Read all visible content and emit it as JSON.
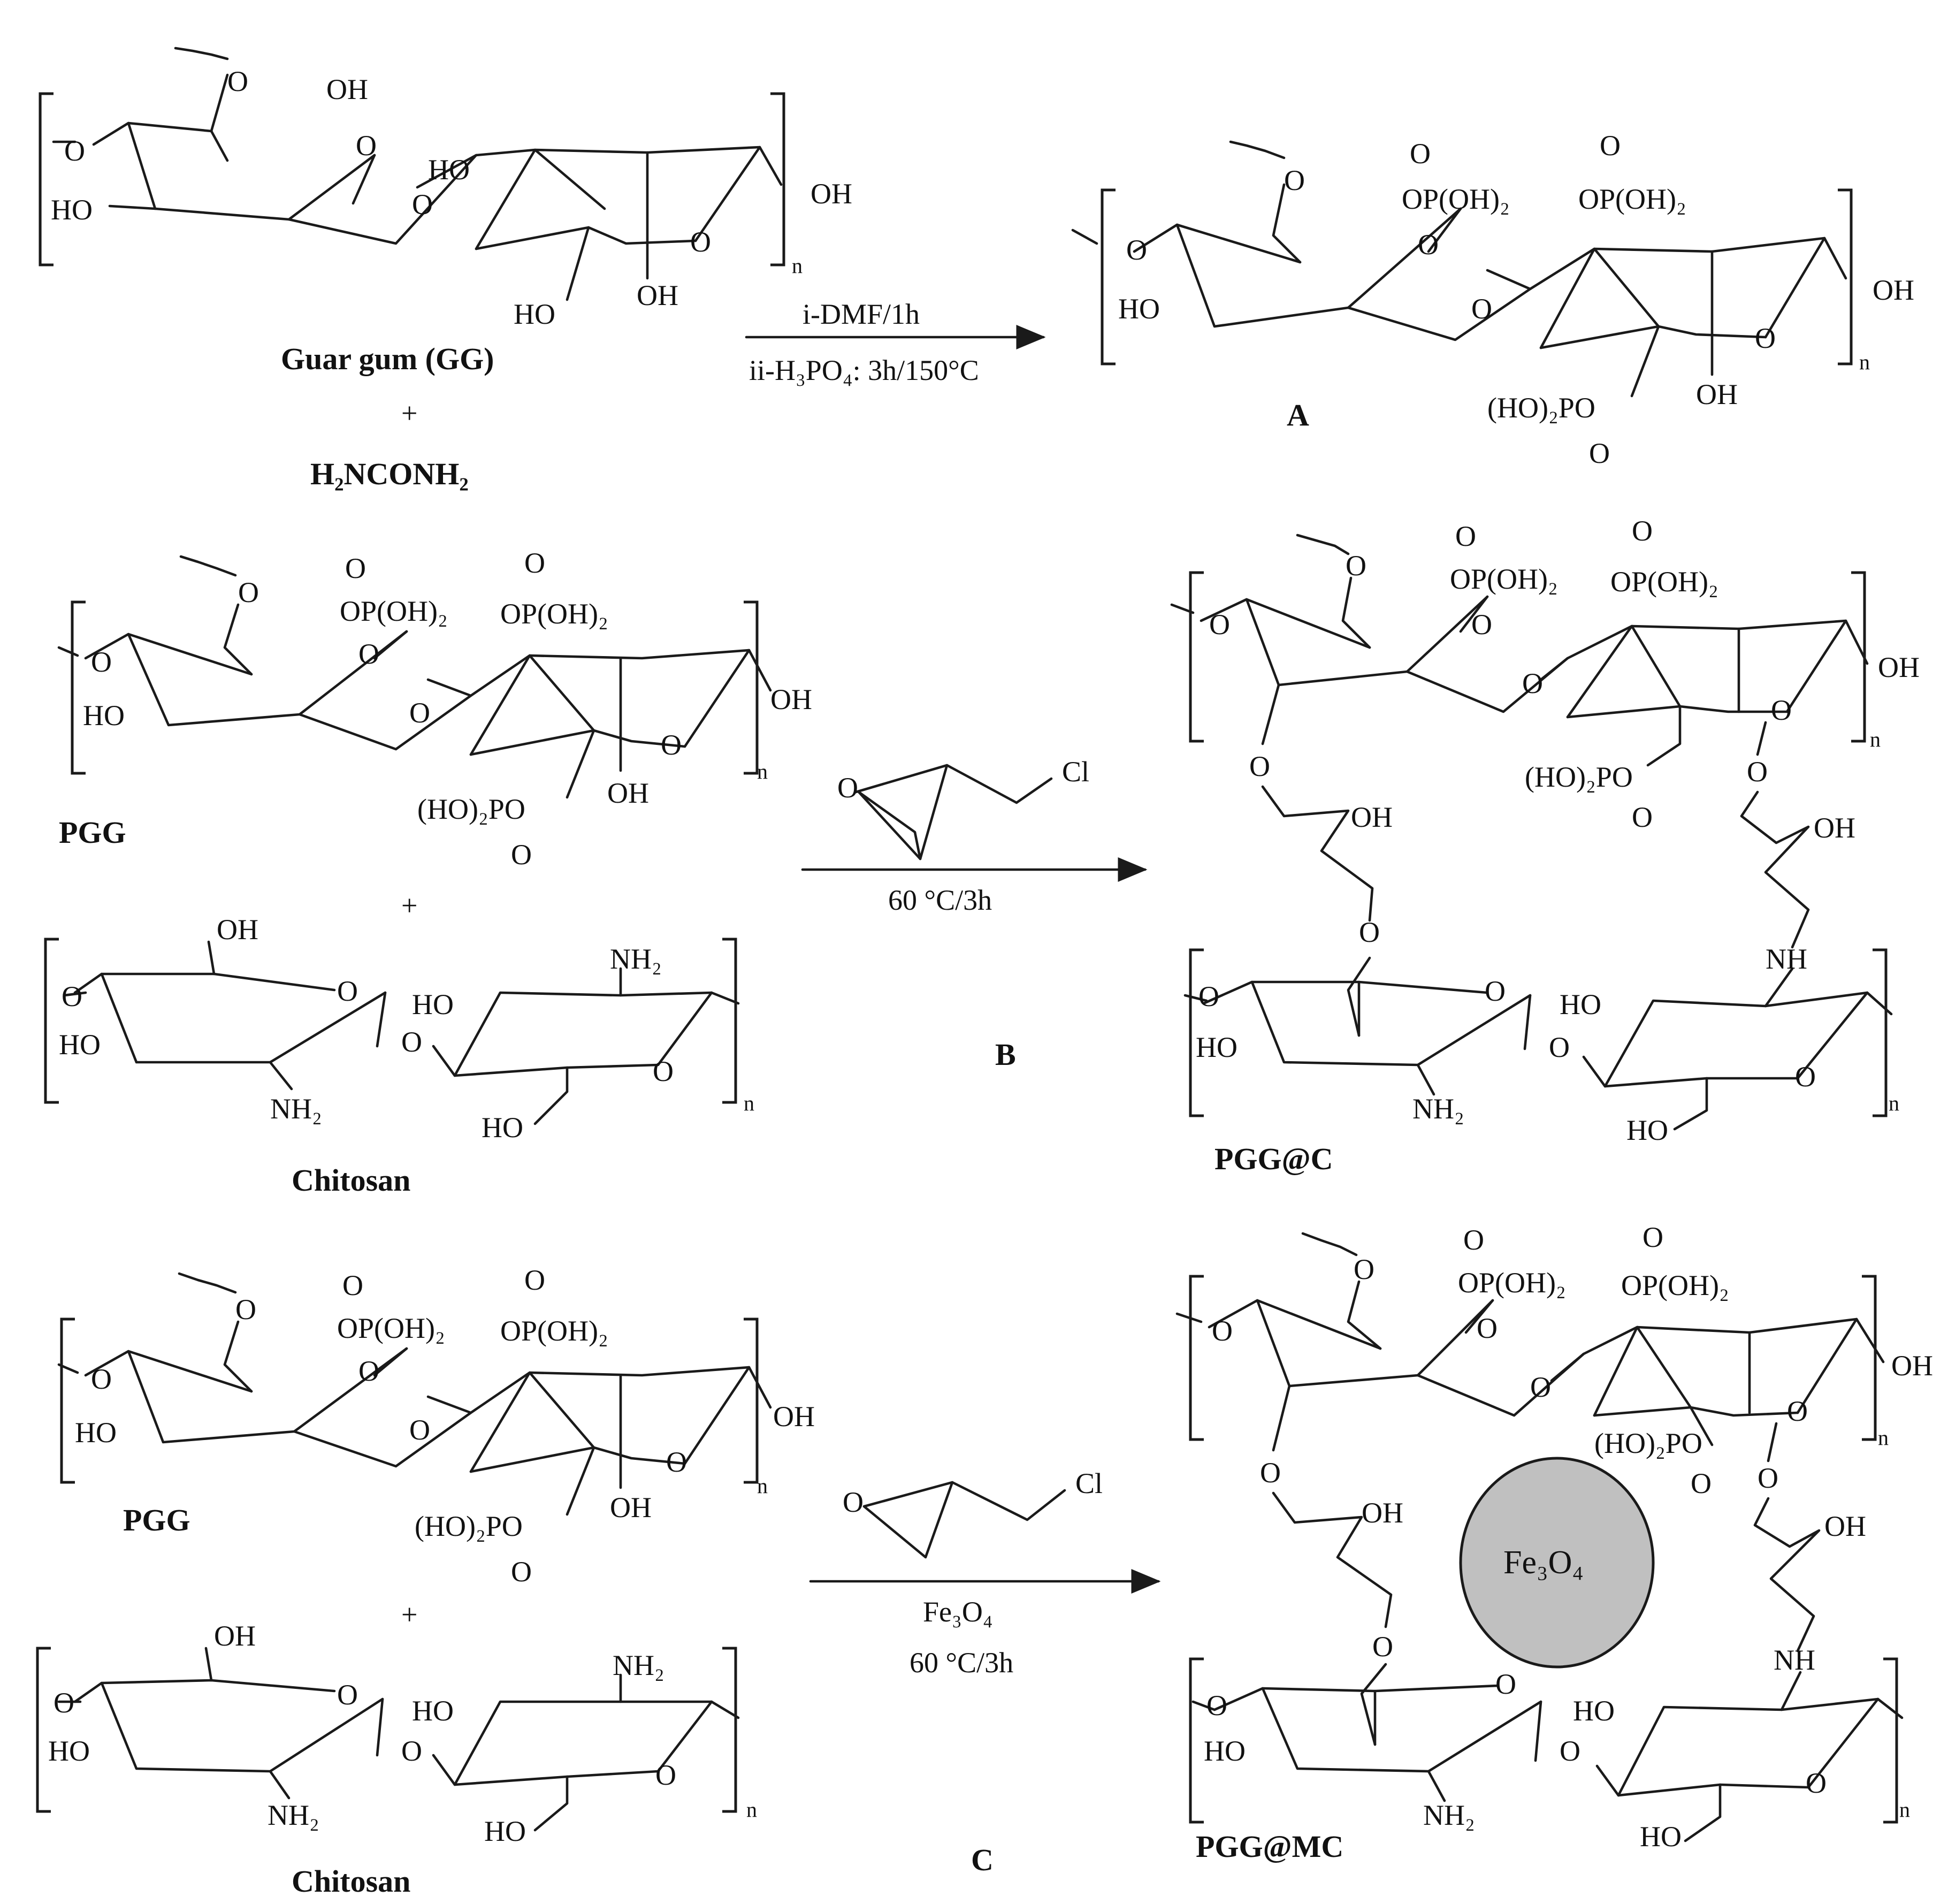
{
  "row1": {
    "reactant": "Guar gum (GG)",
    "plus": "+",
    "reagent": "H₂NCONH₂",
    "cond1": "i-DMF/1h",
    "cond2": "ii-H₃PO₄: 3h/150°C",
    "product": "A"
  },
  "row2": {
    "reactant1": "PGG",
    "plus": "+",
    "reactant2": "Chitosan",
    "reagent": "Cl",
    "cond": "60 °C/3h",
    "step": "B",
    "product": "PGG@C"
  },
  "row3": {
    "reactant1": "PGG",
    "plus": "+",
    "reactant2": "Chitosan",
    "reagent": "Cl",
    "cond1": "Fe₃O₄",
    "cond2": "60 °C/3h",
    "step": "C",
    "product": "PGG@MC",
    "particle": "Fe₃O₄"
  },
  "groups": {
    "o": "O",
    "oh": "OH",
    "ho": "HO",
    "n": "n",
    "nh2": "NH₂",
    "nh": "NH",
    "opoh2": "OP(OH)₂",
    "hoppo": "(HO)₂PO"
  },
  "colors": {
    "particle_fill": "#c0c0c0",
    "ink": "#111111"
  }
}
